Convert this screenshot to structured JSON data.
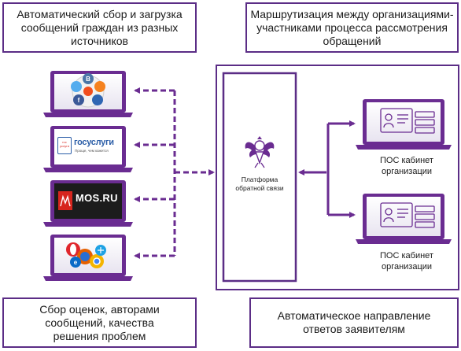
{
  "boxes": {
    "top_left": "Автоматический сбор и загрузка сообщений граждан из разных источников",
    "top_right": "Маршрутизация между организациями-участниками процесса рассмотрения обращений",
    "bottom_left": "Сбор оценок, авторами сообщений, качества решения проблем",
    "bottom_right": "Автоматическое направление ответов заявителям"
  },
  "platform": {
    "label": "Платформа обратной связи"
  },
  "sources": {
    "gosuslugi": {
      "logo_small": "гос услуги",
      "logo_main": "госуслуги",
      "tagline": "Проще, чем кажется"
    },
    "mos": {
      "logo": "MOS.RU"
    }
  },
  "cabinets": [
    {
      "label": "ПОС кабинет организации"
    },
    {
      "label": "ПОС кабинет организации"
    }
  ],
  "colors": {
    "accent": "#5b2d86",
    "arrow": "#6a2c91",
    "screen_blue": "#1f5aa6"
  },
  "icons": [
    "social-networks-icon",
    "gosuslugi-logo",
    "mos-ru-logo",
    "browsers-icon",
    "eagle-emblem-icon",
    "cabinet-icon"
  ]
}
